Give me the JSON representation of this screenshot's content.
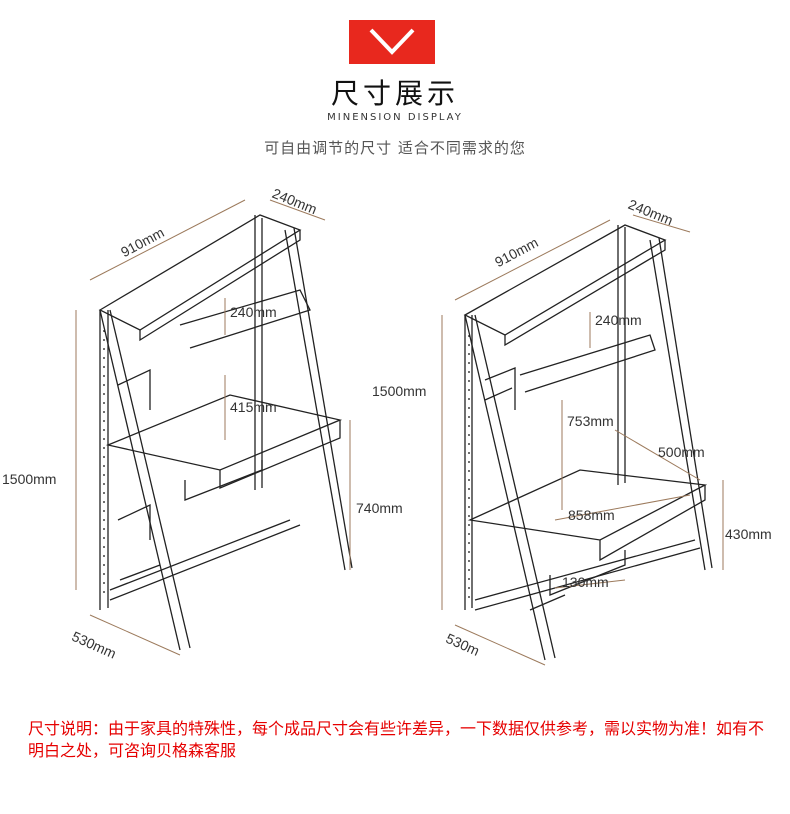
{
  "header": {
    "title": "尺寸展示",
    "subtitle": "MINENSION DISPLAY",
    "tagline": "可自由调节的尺寸  适合不同需求的您",
    "logo_color": "#e8281e"
  },
  "left_desk": {
    "dims": {
      "width": "910mm",
      "depth_top": "240mm",
      "top_shelf": "240mm",
      "middle": "415mm",
      "height": "1500mm",
      "desk_height": "740mm",
      "depth_bottom": "530mm"
    }
  },
  "right_desk": {
    "dims": {
      "width": "910mm",
      "depth_top": "240mm",
      "top_shelf": "240mm",
      "height": "1500mm",
      "middle": "753mm",
      "desk_depth": "500mm",
      "desk_width": "858mm",
      "desk_height": "430mm",
      "drawer": "130mm",
      "depth_bottom": "530m"
    }
  },
  "note": "尺寸说明：由于家具的特殊性，每个成品尺寸会有些许差异，一下数据仅供参考，需以实物为准！如有不明白之处，可咨询贝格森客服"
}
